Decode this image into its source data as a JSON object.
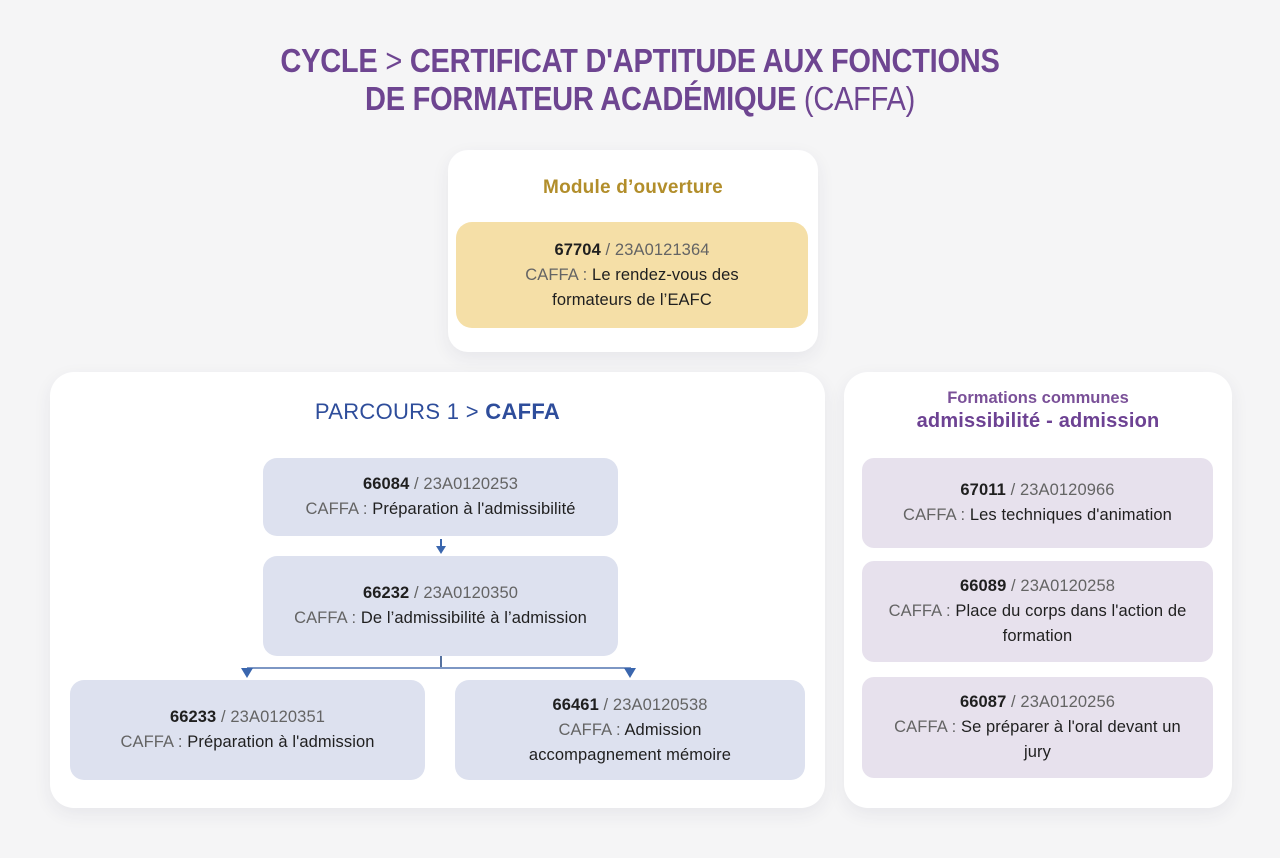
{
  "colors": {
    "background": "#f5f5f6",
    "panel_white": "#ffffff",
    "accent_purple": "#6e4591",
    "accent_blue": "#2e4d9b",
    "accent_gold_text": "#b28e2b",
    "gold_box_bg": "#f5dfa7",
    "lavender_box_bg": "#dde1ef",
    "lilac_box_bg": "#e7e1ed",
    "connector_blue": "#3a66ae",
    "text_dark": "#1f1f1f",
    "text_gray": "#646464"
  },
  "title": {
    "cycle": "CYCLE",
    "sep": ">",
    "line1": "CERTIFICAT D'APTITUDE AUX FONCTIONS",
    "line2": "DE FORMATEUR ACADÉMIQUE",
    "suffix": "(CAFFA)"
  },
  "module_ouverture": {
    "heading": "Module d’ouverture",
    "card": {
      "code": "67704",
      "sep": "/",
      "ref": "23A0121364",
      "prefix": "CAFFA :",
      "label": "Le rendez-vous des formateurs de l’EAFC"
    }
  },
  "parcours": {
    "heading_prefix": "PARCOURS 1",
    "heading_sep": ">",
    "heading_name": "CAFFA",
    "steps": [
      {
        "code": "66084",
        "sep": "/",
        "ref": "23A0120253",
        "prefix": "CAFFA :",
        "label": "Préparation à l'admissibilité"
      },
      {
        "code": "66232",
        "sep": "/",
        "ref": "23A0120350",
        "prefix": "CAFFA :",
        "label": "De l’admissibilité à l’admission"
      },
      {
        "code": "66233",
        "sep": "/",
        "ref": "23A0120351",
        "prefix": "CAFFA :",
        "label": "Préparation à l'admission"
      },
      {
        "code": "66461",
        "sep": "/",
        "ref": "23A0120538",
        "prefix": "CAFFA :",
        "label": "Admission accompagnement mémoire"
      }
    ]
  },
  "formations_communes": {
    "heading_line1": "Formations communes",
    "heading_line2": "admissibilité - admission",
    "cards": [
      {
        "code": "67011",
        "sep": "/",
        "ref": "23A0120966",
        "prefix": "CAFFA :",
        "label": "Les techniques d'animation"
      },
      {
        "code": "66089",
        "sep": "/",
        "ref": "23A0120258",
        "prefix": "CAFFA :",
        "label": "Place du corps dans l'action de formation"
      },
      {
        "code": "66087",
        "sep": "/",
        "ref": "23A0120256",
        "prefix": "CAFFA :",
        "label": "Se préparer à l'oral devant un jury"
      }
    ]
  }
}
